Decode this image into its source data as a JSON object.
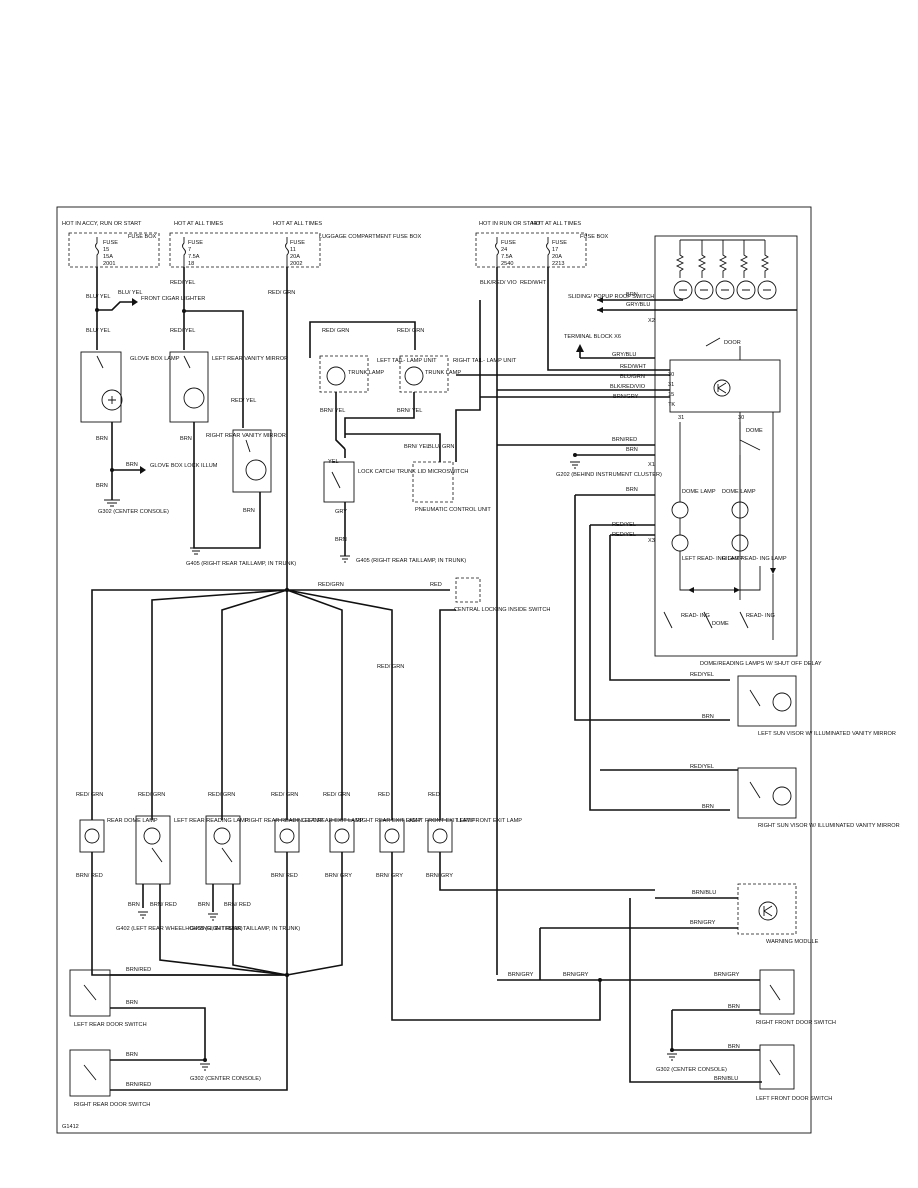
{
  "fig_id": "G1412",
  "fuses": [
    {
      "id": "f15",
      "hot": "HOT IN ACCY, RUN OR START",
      "fuse": "FUSE",
      "num": "15",
      "amp": "15A",
      "circ": "2001",
      "box": "FUSE BOX"
    },
    {
      "id": "f7",
      "hot": "HOT AT ALL TIMES",
      "fuse": "FUSE",
      "num": "7",
      "amp": "7.5A",
      "circ": "18",
      "box": ""
    },
    {
      "id": "f11",
      "hot": "HOT AT ALL TIMES",
      "fuse": "FUSE",
      "num": "11",
      "amp": "20A",
      "circ": "2002",
      "box": "LUGGAGE COMPARTMENT FUSE BOX"
    },
    {
      "id": "f24",
      "hot": "HOT IN RUN OR START",
      "fuse": "FUSE",
      "num": "24",
      "amp": "7.5A",
      "circ": "2540",
      "box": ""
    },
    {
      "id": "f17",
      "hot": "HOT AT ALL TIMES",
      "fuse": "FUSE",
      "num": "17",
      "amp": "20A",
      "circ": "2213",
      "box": "FUSE BOX"
    }
  ],
  "components": {
    "glove_box_lamp": "GLOVE BOX LAMP",
    "front_cigar_lighter": "FRONT CIGAR LIGHTER",
    "left_rear_vanity": "LEFT REAR VANITY MIRROR",
    "right_rear_vanity": "RIGHT REAR VANITY MIRROR",
    "glove_box_lock": "GLOVE BOX LOCK ILLUM",
    "left_tail": "LEFT TAIL- LAMP UNIT",
    "right_tail": "RIGHT TAIL- LAMP UNIT",
    "trunk_lamp": "TRUNK LAMP",
    "lock_catch": "LOCK CATCH/ TRUNK LID MICROSWITCH",
    "pneumatic": "PNEUMATIC CONTROL UNIT",
    "central_locking": "CENTRAL LOCKING INSIDE SWITCH",
    "sliding_roof": "SLIDING/ POPUP ROOF SWITCH",
    "terminal_block": "TERMINAL BLOCK X6",
    "dome_reading": "DOME/READING LAMPS W/ SHUT OFF DELAY",
    "dome_lamp": "DOME LAMP",
    "left_reading": "LEFT READ- ING LAMP",
    "right_reading": "RIGHT READ- ING LAMP",
    "reading_sw": "READ- ING",
    "dome_sw": "DOME",
    "door_sw": "DOOR",
    "left_sun_visor": "LEFT SUN VISOR W/ ILLUMINATED VANITY MIRROR",
    "right_sun_visor": "RIGHT SUN VISOR W/ ILLUMINATED VANITY MIRROR",
    "rear_dome": "REAR DOME LAMP",
    "left_rear_reading": "LEFT REAR READING LAMP",
    "right_rear_reading": "RIGHT REAR READING LAMP",
    "left_rear_exit": "LEFT REAR EXIT LAMP",
    "right_rear_exit": "RIGHT REAR EXIT LAMP",
    "right_front_exit": "RIGHT FRONT EXIT LAMP",
    "left_front_exit": "LEFT FRONT EXIT LAMP",
    "warning_module": "WARNING MODULE",
    "left_rear_door": "LEFT REAR DOOR SWITCH",
    "right_rear_door": "RIGHT REAR DOOR SWITCH",
    "right_front_door": "RIGHT FRONT DOOR SWITCH",
    "left_front_door": "LEFT FRONT DOOR SWITCH"
  },
  "grounds": {
    "g302a": "G302 (CENTER CONSOLE)",
    "g405a": "G405 (RIGHT REAR TAILLAMP, IN TRUNK)",
    "g405b": "G405 (RIGHT REAR TAILLAMP, IN TRUNK)",
    "g202": "G202 (BEHIND INSTRUMENT CLUSTER)",
    "g402": "G402 (LEFT REAR WHEELHOUSING, IN TRUNK)",
    "g405c": "G405 (RIGHT REAR TAILLAMP, IN TRUNK)",
    "g302b": "G302 (CENTER CONSOLE)",
    "g302c": "G302 (CENTER CONSOLE)"
  },
  "wires": {
    "blu_yel": "BLU/ YEL",
    "red_yel": "RED/ YEL",
    "red_grn": "RED/ GRN",
    "brn": "BRN",
    "brn_yel": "BRN/ YEL",
    "yel": "YEL",
    "gry": "GRY",
    "blu_grn": "BLU/ GRN",
    "blk_red_vio": "BLK/RED/ VIO",
    "red_wht": "RED/WHT",
    "red_grn_inline": "RED/GRN",
    "red": "RED",
    "brn_red": "BRN/ RED",
    "brn_gry": "BRN/ GRY",
    "brn_red_inline": "BRN/RED",
    "brn_gry_inline": "BRN/GRY",
    "brn_blu": "BRN/BLU",
    "gry_blu": "GRY/BLU",
    "red_yel_inline": "RED/YEL",
    "blk_red_vio_inline": "BLK/RED/VIO",
    "blu_grn_inline": "BLU/GRN"
  },
  "module_pins": [
    "30",
    "31",
    "15",
    "TK",
    "31",
    "30"
  ],
  "connectors": [
    "X2",
    "X1",
    "X3"
  ]
}
